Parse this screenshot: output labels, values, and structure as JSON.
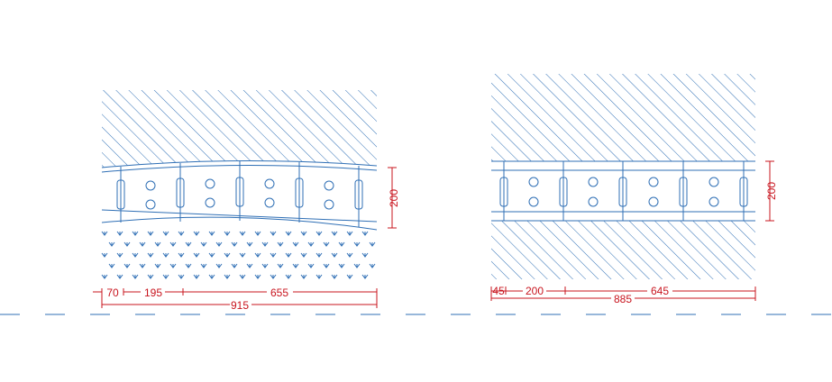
{
  "colors": {
    "line": "#2f6fb5",
    "dimension": "#c8141e",
    "background": "#ffffff"
  },
  "left_section": {
    "height_dim": "200",
    "bottom_dims": [
      "70",
      "195",
      "655"
    ],
    "total_dim": "915"
  },
  "right_section": {
    "height_dim": "200",
    "bottom_dims": [
      "45",
      "200",
      "645"
    ],
    "total_dim": "885"
  }
}
